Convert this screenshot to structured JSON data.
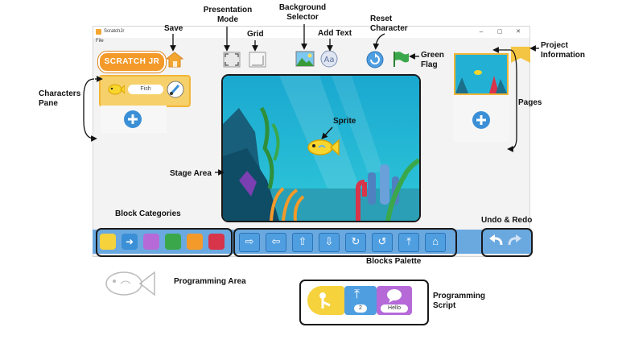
{
  "window": {
    "title": "ScratchJr",
    "menu_file": "File",
    "min_glyph": "–",
    "max_glyph": "▢",
    "close_glyph": "✕"
  },
  "logo": {
    "text": "SCRATCH JR"
  },
  "character": {
    "name": "Fish"
  },
  "annotations": {
    "save": "Save",
    "presentation_mode": "Presentation Mode",
    "grid": "Grid",
    "background_selector": "Background Selector",
    "add_text": "Add Text",
    "reset_character": "Reset Character",
    "green_flag": "Green Flag",
    "project_information": "Project Information",
    "characters_pane": "Characters Pane",
    "pages": "Pages",
    "sprite": "Sprite",
    "stage_area": "Stage Area",
    "block_categories": "Block Categories",
    "undo_redo": "Undo & Redo",
    "blocks_palette": "Blocks Palette",
    "programming_area": "Programming Area",
    "programming_script": "Programming Script"
  },
  "script": {
    "repeat_count": "2",
    "say_text": "Hello"
  },
  "colors": {
    "accent_blue": "#4f9ee0",
    "stage_water": "#1fb6d6",
    "trigger_yellow": "#f6d23c",
    "looks_purple": "#b56ad8",
    "green_flag": "#3aa84a"
  },
  "icons": {
    "block_categories": [
      "yellow-trigger-icon",
      "blue-motion-icon",
      "purple-looks-icon",
      "green-sound-icon",
      "orange-control-icon",
      "red-end-icon"
    ],
    "blocks_palette": [
      "move-right-icon",
      "move-left-icon",
      "move-up-icon",
      "move-down-icon",
      "turn-right-icon",
      "turn-left-icon",
      "hop-icon",
      "go-home-icon"
    ]
  }
}
